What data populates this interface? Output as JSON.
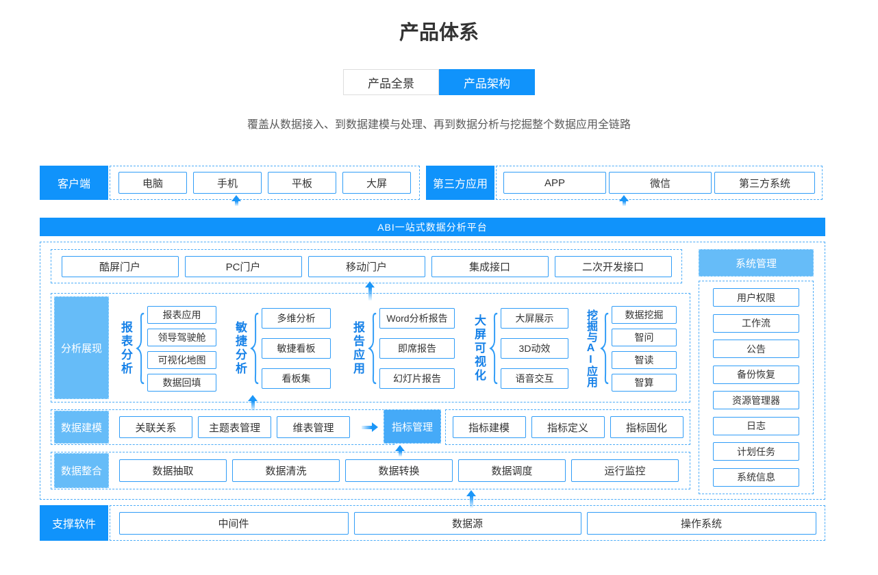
{
  "page": {
    "title": "产品体系",
    "tabs": [
      {
        "label": "产品全景",
        "active": false
      },
      {
        "label": "产品架构",
        "active": true
      }
    ],
    "subtitle": "覆盖从数据接入、到数据建模与处理、再到数据分析与挖掘整个数据应用全链路"
  },
  "colors": {
    "primary_blue": "#1093FB",
    "light_label_blue": "#66BCF8",
    "box_border_blue": "#2F9CF7",
    "dashed_border_blue": "#4AABF8",
    "group_label_blue": "#1681E8",
    "arrow_blue": "#1B96F8"
  },
  "diagram": {
    "client": {
      "label": "客户端",
      "items": [
        "电脑",
        "手机",
        "平板",
        "大屏"
      ]
    },
    "third_party": {
      "label": "第三方应用",
      "items": [
        "APP",
        "微信",
        "第三方系统"
      ]
    },
    "platform_banner": "ABI一站式数据分析平台",
    "portals": [
      "酷屏门户",
      "PC门户",
      "移动门户",
      "集成接口",
      "二次开发接口"
    ],
    "system_management": {
      "label": "系统管理",
      "items": [
        "用户权限",
        "工作流",
        "公告",
        "备份恢复",
        "资源管理器",
        "日志",
        "计划任务",
        "系统信息"
      ]
    },
    "analysis": {
      "label": "分析展现",
      "groups": [
        {
          "name": "报表分析",
          "items": [
            "报表应用",
            "领导驾驶舱",
            "可视化地图",
            "数据回填"
          ]
        },
        {
          "name": "敏捷分析",
          "items": [
            "多维分析",
            "敏捷看板",
            "看板集"
          ]
        },
        {
          "name": "报告应用",
          "items": [
            "Word分析报告",
            "即席报告",
            "幻灯片报告"
          ]
        },
        {
          "name": "大屏可视化",
          "items": [
            "大屏展示",
            "3D动效",
            "语音交互"
          ]
        },
        {
          "name": "挖掘与AI应用",
          "items": [
            "数据挖掘",
            "智问",
            "智读",
            "智算"
          ]
        }
      ]
    },
    "modeling": {
      "label": "数据建模",
      "items": [
        "关联关系",
        "主题表管理",
        "维表管理"
      ],
      "indicator": {
        "label": "指标管理",
        "items": [
          "指标建模",
          "指标定义",
          "指标固化"
        ]
      }
    },
    "integration": {
      "label": "数据整合",
      "items": [
        "数据抽取",
        "数据清洗",
        "数据转换",
        "数据调度",
        "运行监控"
      ]
    },
    "support": {
      "label": "支撑软件",
      "items": [
        "中间件",
        "数据源",
        "操作系统"
      ]
    }
  }
}
